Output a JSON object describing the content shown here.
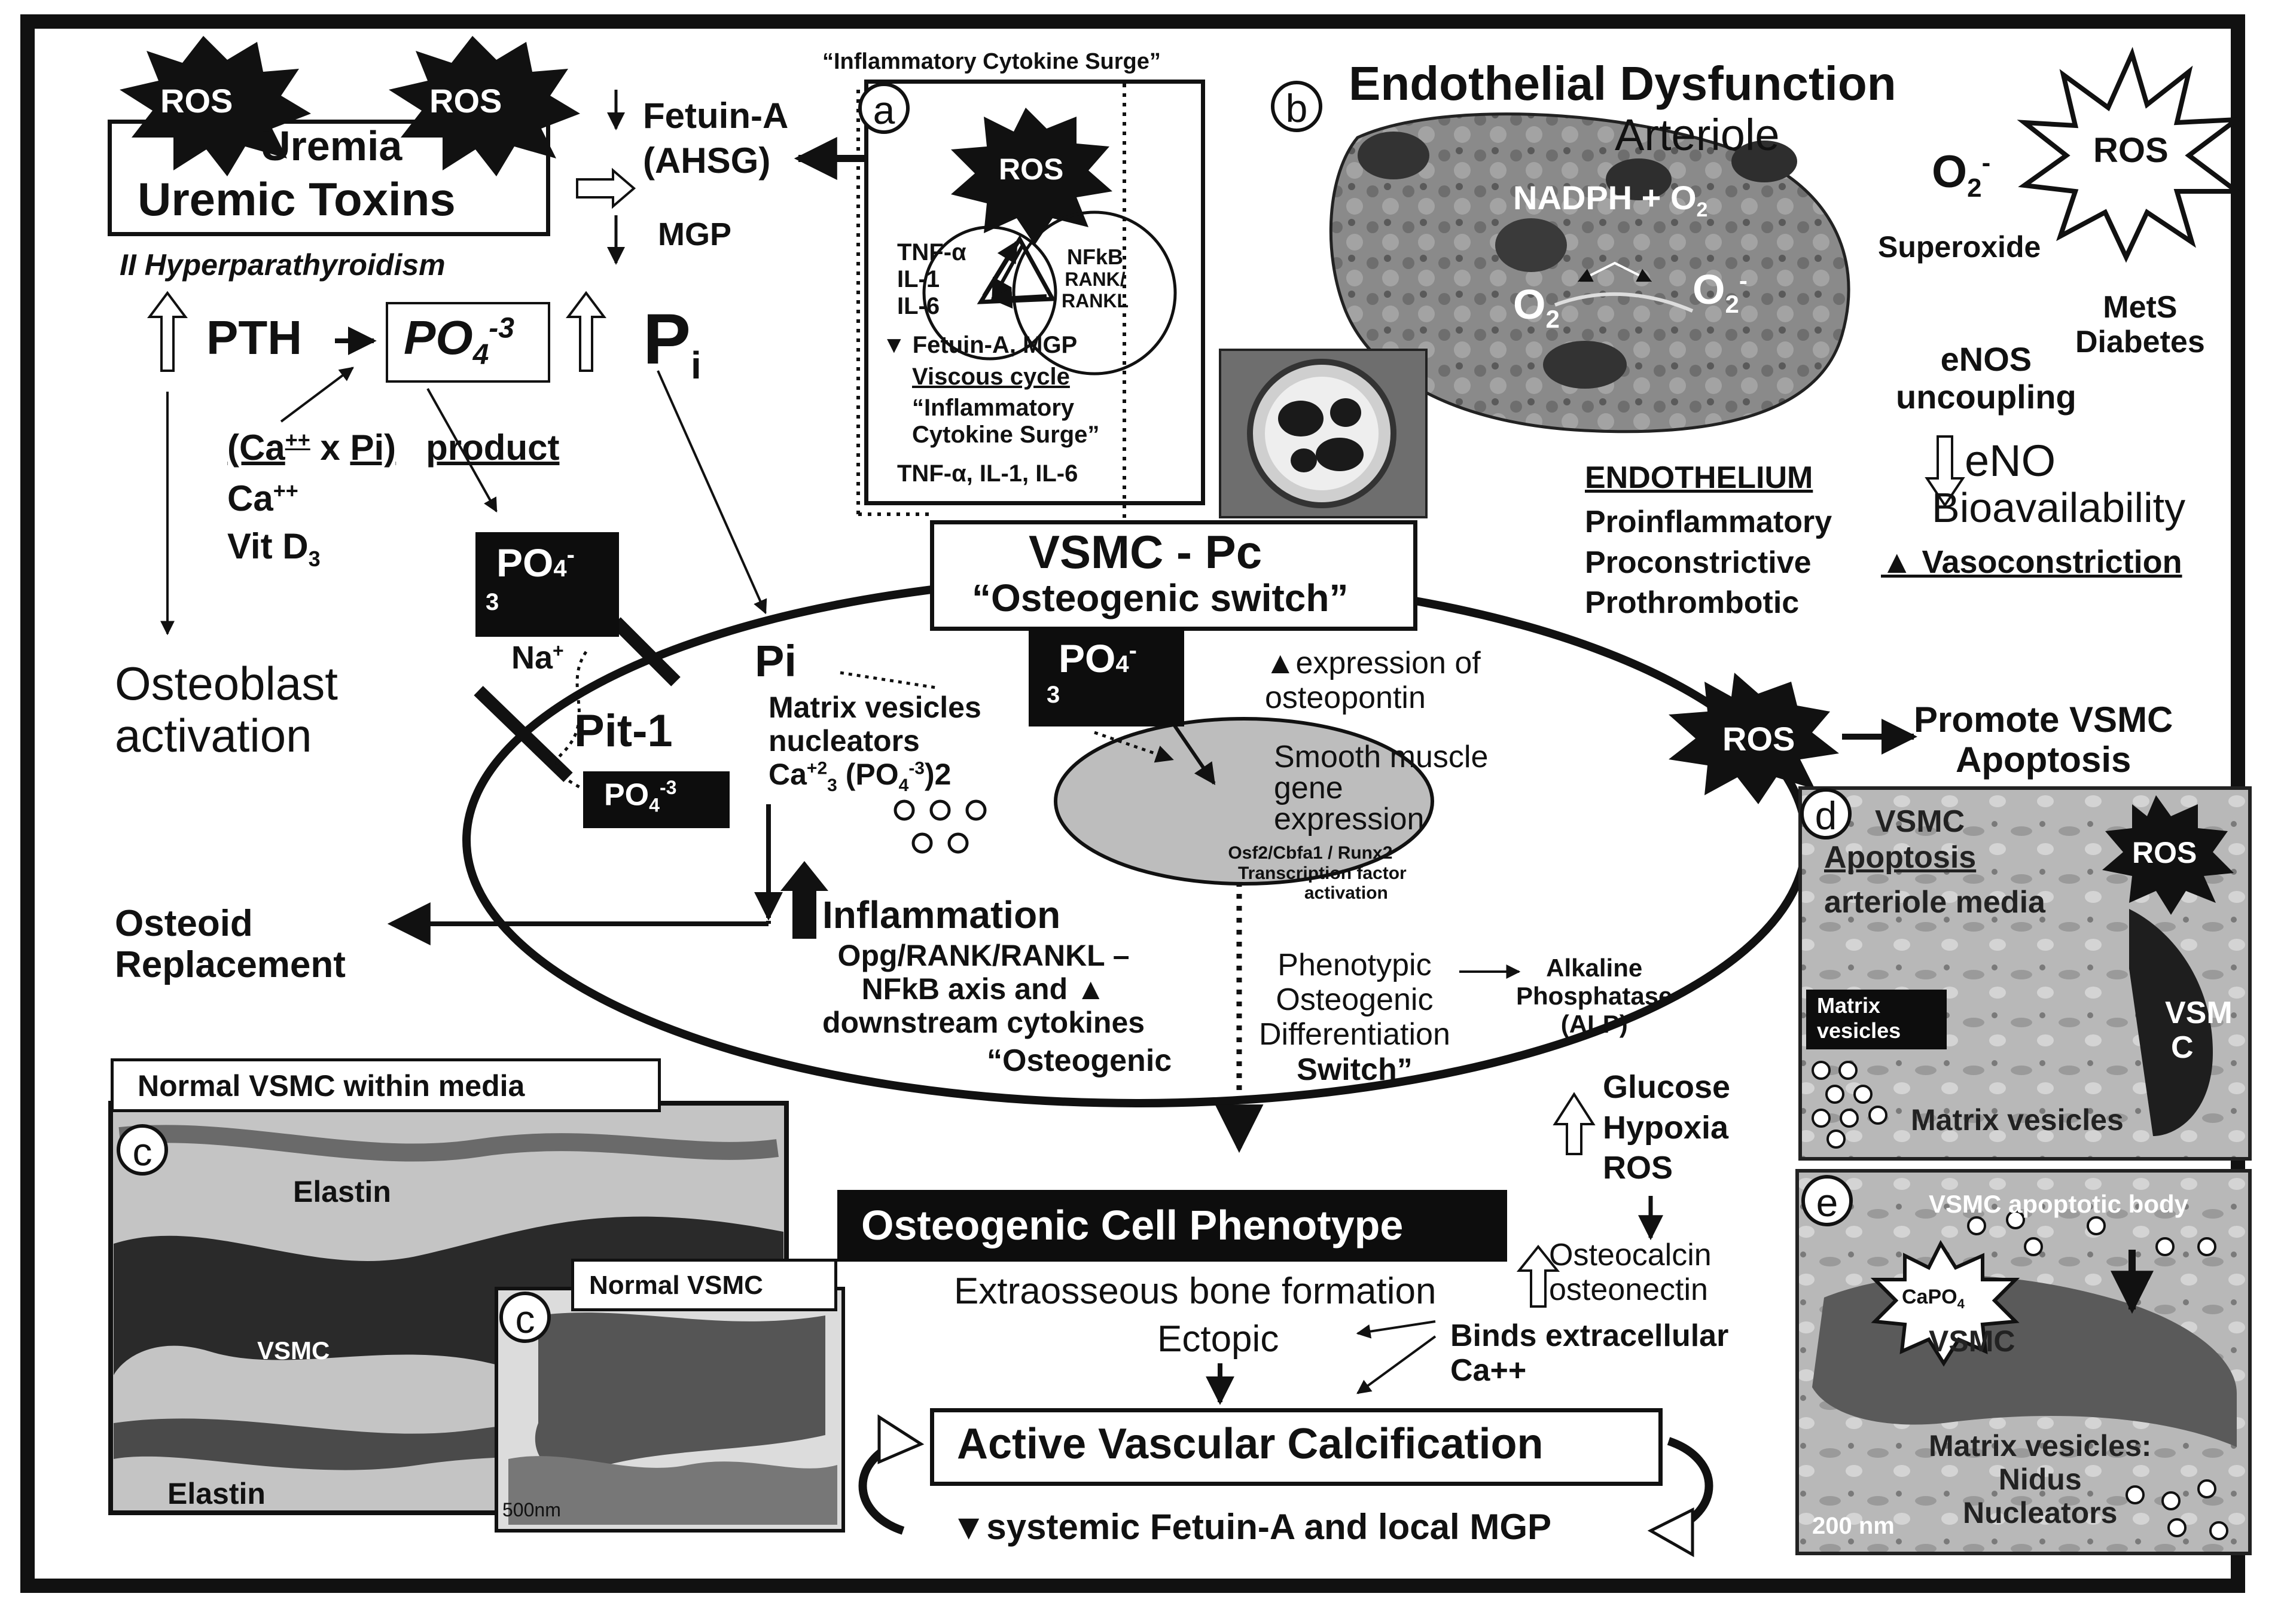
{
  "panel_letters": {
    "a": "a",
    "b": "b",
    "c": "c",
    "d": "d",
    "e": "e"
  },
  "ros": "ROS",
  "top_left": {
    "uremia": "Uremia",
    "toxins": "Uremic Toxins",
    "hyperpara": "II Hyperparathyroidism",
    "fetuin_down": "Fetuin-A",
    "ahsg": "(AHSG)",
    "mgp": "MGP",
    "pth": "PTH",
    "po4": "PO",
    "po4_sub": "4",
    "po4_sup": "-3",
    "pi": "P",
    "pi_sub": "i",
    "product_a": "(Ca",
    "product_sup": "++",
    "product_b": "x",
    "product_c": "Pi)",
    "product_d": "product",
    "ca": "Ca",
    "ca_sup": "++",
    "vitd": "Vit D",
    "vitd_sub": "3",
    "osteoblast1": "Osteoblast",
    "osteoblast2": "activation"
  },
  "panel_a": {
    "title": "“Inflammatory Cytokine Surge”",
    "tnf": "TNF-α",
    "il1": "IL-1",
    "il6": "IL-6",
    "nfkb": "NFkB",
    "rank": "RANK/",
    "rankl": "RANKL",
    "fetuin": "▼ Fetuin-A, MGP",
    "viscous": "Viscous cycle",
    "surge1": "“Inflammatory",
    "surge2": "Cytokine Surge”",
    "cytokines": "TNF-α, IL-1, IL-6"
  },
  "panel_b": {
    "title": "Endothelial Dysfunction",
    "arteriole": "Arteriole",
    "nadph": "NADPH + O",
    "nadph_sub": "2",
    "o2a": "O",
    "o2a_sub": "2",
    "o2b": "O",
    "o2b_sub": "2",
    "o2b_sup": "-",
    "o2": "O",
    "o2_sub": "2",
    "o2_sup": "-",
    "superoxide": "Superoxide",
    "mets": "MetS",
    "diabetes": "Diabetes",
    "enos1": "eNOS",
    "enos2": "uncoupling",
    "eno": "eNO",
    "bio": "Bioavailability",
    "endo": "ENDOTHELIUM",
    "pro1": "Proinflammatory",
    "pro2": "Proconstrictive",
    "pro3": "Prothrombotic",
    "vaso": "▲ Vasoconstriction"
  },
  "cell": {
    "title1": "VSMC - Pc",
    "title2": "“Osteogenic switch”",
    "po4": "PO",
    "po4_sub": "3",
    "po4_sup": "-",
    "po4_4": "4",
    "na": "Na",
    "na_sup": "+",
    "pit": "Pit-1",
    "po4b": "PO",
    "po4b_sub": "4",
    "po4b_sup": "-3",
    "pi": "Pi",
    "mv1": "Matrix vesicles",
    "mv2": "nucleators",
    "mv3": "Ca",
    "mv3_sup": "+2",
    "mv3_sub": "3",
    "mv3_b": " (PO",
    "mv3_sub2": "4",
    "mv3_sup2": "-3",
    "mv3_c": ")2",
    "opn1": "▲expression of",
    "opn2": "osteopontin",
    "smg1": "Smooth muscle",
    "smg2": "gene",
    "smg3": "expression",
    "tf1": "Osf2/Cbfa1 / Runx2",
    "tf2": "Transcription factor",
    "tf3": "activation",
    "infl": "Inflammation",
    "opg1": "Opg/RANK/RANKL –",
    "opg2": "NFkB axis and ▲",
    "opg3": "downstream cytokines",
    "osteogenic": "“Osteogenic",
    "ph1": "Phenotypic",
    "ph2": "Osteogenic",
    "ph3": "Differentiation",
    "ph4": "Switch”",
    "alp1": "Alkaline",
    "alp2": "Phosphatase",
    "alp3": "(ALP)"
  },
  "left_mid": {
    "osteoid1": "Osteoid",
    "osteoid2": "Replacement"
  },
  "right_mid": {
    "promote1": "Promote VSMC",
    "promote2": "Apoptosis"
  },
  "panel_d": {
    "vsmc": "VSMC",
    "apoptosis": "Apoptosis",
    "media": "arteriole  media",
    "mv_label1": "Matrix",
    "mv_label2": "vesicles",
    "vsm": "VSM",
    "c": "C",
    "mv": "Matrix vesicles"
  },
  "panel_e": {
    "body": "VSMC apoptotic body",
    "capo": "CaPO",
    "capo_sub": "4",
    "vsmc": "VSMC",
    "mv1": "Matrix vesicles:",
    "mv2": "Nidus",
    "mv3": "Nucleators",
    "scale": "200 nm"
  },
  "panel_c": {
    "header": "Normal VSMC within media",
    "elastin1": "Elastin",
    "vsmc": "VSMC",
    "elastin2": "Elastin",
    "inset": "Normal VSMC",
    "scale": "500nm"
  },
  "bottom": {
    "gho1": "Glucose",
    "gho2": "Hypoxia",
    "gho3": "ROS",
    "ocp": "Osteogenic Cell Phenotype",
    "oc1": "Osteocalcin",
    "oc2": "osteonectin",
    "extra": "Extraosseous bone formation",
    "ectopic": "Ectopic",
    "binds1": "Binds extracellular",
    "binds2": "Ca++",
    "avc": "Active Vascular Calcification",
    "fetuin": "▼systemic Fetuin-A and local MGP"
  }
}
